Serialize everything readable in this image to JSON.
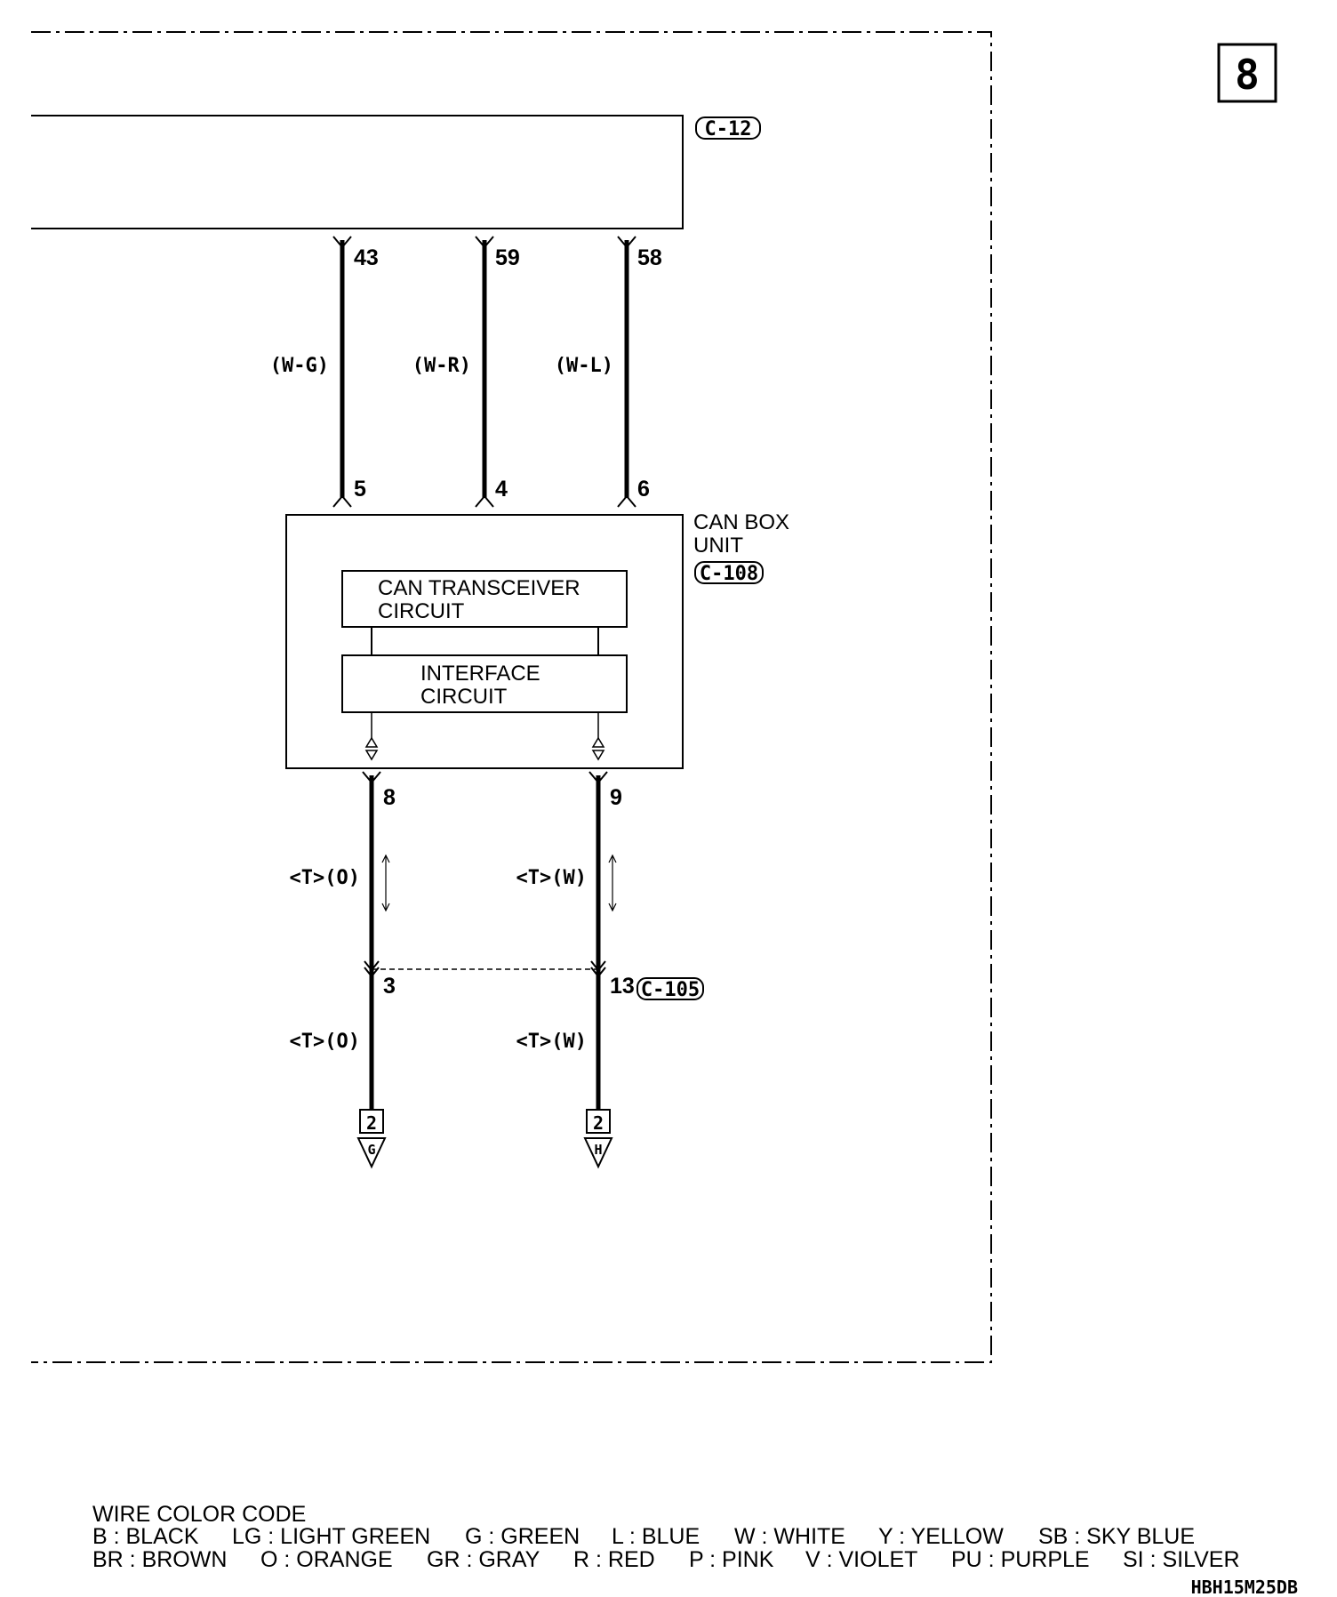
{
  "page_number": "8",
  "connectors": {
    "top": "C-12",
    "can_box": "C-108",
    "junction": "C-105"
  },
  "can_box": {
    "name_line1": "CAN BOX",
    "name_line2": "UNIT",
    "transceiver_line1": "CAN TRANSCEIVER",
    "transceiver_line2": "CIRCUIT",
    "interface_line1": "INTERFACE",
    "interface_line2": "CIRCUIT"
  },
  "wires_top": [
    {
      "top_pin": "43",
      "color": "(W-G)",
      "bottom_pin": "5"
    },
    {
      "top_pin": "59",
      "color": "(W-R)",
      "bottom_pin": "4"
    },
    {
      "top_pin": "58",
      "color": "(W-L)",
      "bottom_pin": "6"
    }
  ],
  "wires_bottom": [
    {
      "top_pin": "8",
      "upper_label": "<T>(O)",
      "junction_pin": "3",
      "lower_label": "<T>(O)",
      "ref_num": "2",
      "ref_letter": "G"
    },
    {
      "top_pin": "9",
      "upper_label": "<T>(W)",
      "junction_pin": "13",
      "lower_label": "<T>(W)",
      "ref_num": "2",
      "ref_letter": "H"
    }
  ],
  "legend": {
    "title": "WIRE COLOR CODE",
    "row1": [
      "B : BLACK",
      "LG : LIGHT GREEN",
      "G : GREEN",
      "L : BLUE",
      "W : WHITE",
      "Y : YELLOW",
      "SB : SKY BLUE"
    ],
    "row2": [
      "BR : BROWN",
      "O : ORANGE",
      "GR : GRAY",
      "R : RED",
      "P : PINK",
      "V : VIOLET",
      "PU : PURPLE",
      "SI : SILVER"
    ]
  },
  "diagram_code": "HBH15M25DB"
}
